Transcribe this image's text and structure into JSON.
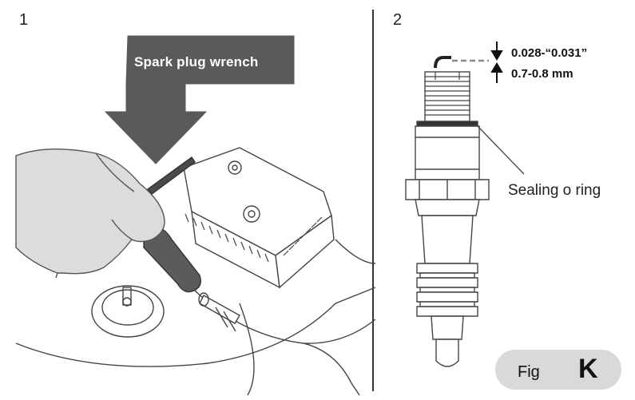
{
  "panels": {
    "left_number": "1",
    "right_number": "2"
  },
  "arrow_label": "Spark plug wrench",
  "gap_spec": {
    "inches": "0.028-“0.031”",
    "mm": "0.7-0.8 mm"
  },
  "sealing_label": "Sealing o ring",
  "fig": {
    "prefix": "Fig",
    "letter": "K"
  },
  "colors": {
    "arrow_fill": "#5a5a5a",
    "badge_fill": "#d9d9d9",
    "line": "#333333"
  }
}
